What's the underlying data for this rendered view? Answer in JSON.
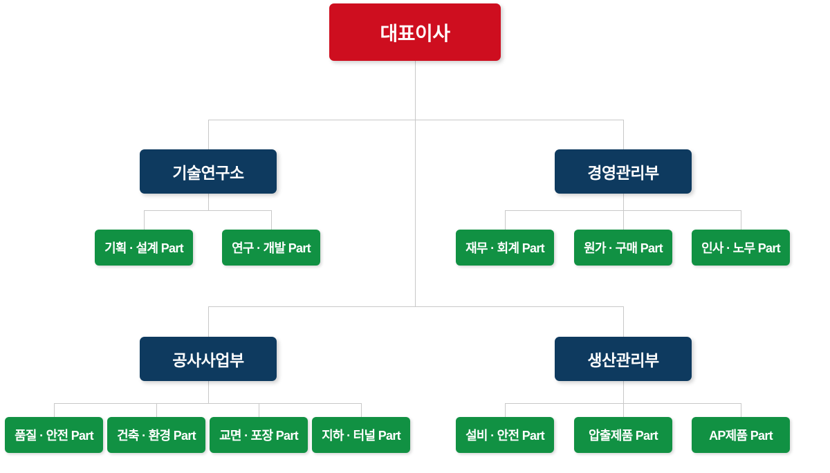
{
  "org": {
    "ceo": {
      "label": "대표이사"
    },
    "departments": [
      {
        "label": "기술연구소",
        "parts": [
          {
            "label": "기획 · 설계 Part"
          },
          {
            "label": "연구 · 개발 Part"
          }
        ]
      },
      {
        "label": "경영관리부",
        "parts": [
          {
            "label": "재무 · 회계 Part"
          },
          {
            "label": "원가 · 구매 Part"
          },
          {
            "label": "인사 · 노무 Part"
          }
        ]
      },
      {
        "label": "공사사업부",
        "parts": [
          {
            "label": "품질 · 안전 Part"
          },
          {
            "label": "건축 · 환경 Part"
          },
          {
            "label": "교면 · 포장 Part"
          },
          {
            "label": "지하 · 터널 Part"
          }
        ]
      },
      {
        "label": "생산관리부",
        "parts": [
          {
            "label": "설비 · 안전 Part"
          },
          {
            "label": "압출제품 Part"
          },
          {
            "label": "AP제품 Part"
          }
        ]
      }
    ]
  },
  "colors": {
    "ceo-bg": "#ce0e1f",
    "dept-bg": "#0e3a5f",
    "part-bg": "#119143",
    "node-text": "#ffffff",
    "line": "#c8c8c8",
    "background": "#ffffff"
  }
}
